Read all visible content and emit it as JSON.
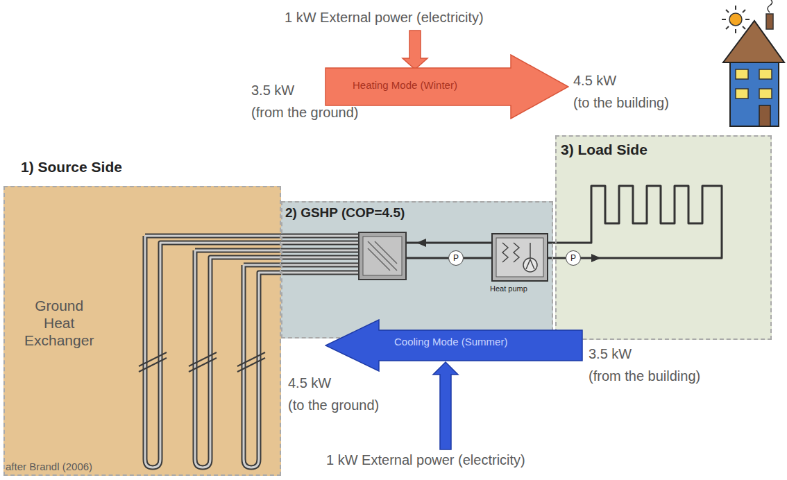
{
  "diagram": {
    "nodes": [
      {
        "text": [
          "Heating Mode (Winter)"
        ]
      },
      {
        "text": [
          "1) Source Side",
          "Ground Heat Exchanger"
        ]
      },
      {
        "text": [
          "2) GSHP (COP=4.5)"
        ]
      },
      {
        "text": [
          "P"
        ],
        "in": 2
      },
      {
        "text": [
          "Heat pump"
        ],
        "in": 2
      },
      {
        "text": [
          "3) Load Side"
        ]
      },
      {
        "text": [
          "P"
        ],
        "in": 5
      },
      {
        "text": [
          "Cooling Mode (Summer)"
        ]
      }
    ],
    "edges": [
      {
        "from": 3,
        "to": 4,
        "arrow": "none"
      },
      {
        "from": 4,
        "to": 6,
        "arrow": "none"
      }
    ],
    "labels": [
      "1 kW External power (electricity)",
      "3.5 kW (from the ground)",
      "4.5 kW (to the building)",
      "3.5 kW (from the building)",
      "4.5 kW (to the ground)",
      "1 kW External power (electricity)",
      "after Brandl (2006)"
    ]
  }
}
